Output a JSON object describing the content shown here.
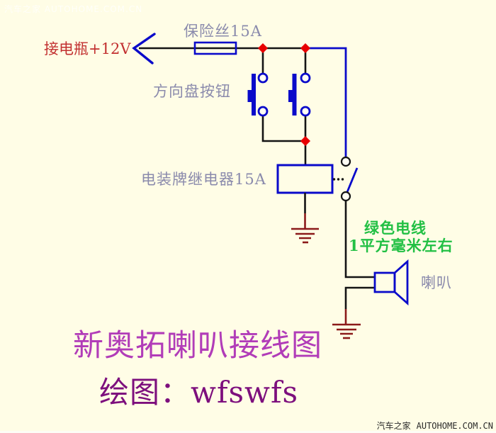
{
  "diagram": {
    "title": "新奥拓喇叭接线图",
    "credit": "绘图：wfswfs",
    "labels": {
      "battery": "接电瓶+12V",
      "fuse": "保险丝15A",
      "horn_button": "方向盘按钮",
      "relay": "电装牌继电器15A",
      "wire_note_line1": "绿色电线",
      "wire_note_line2": "1平方毫米左右",
      "horn": "喇叭"
    },
    "components": [
      "battery-feed-arrow",
      "fuse-15A",
      "push-button-left",
      "push-button-right",
      "relay-coil-15A",
      "relay-contact-switch",
      "horn-speaker",
      "ground-relay",
      "ground-horn"
    ],
    "colors": {
      "background": "#FFFDE6",
      "wire_black": "#141414",
      "component_blue": "#0A0ACA",
      "junction_red": "#E80000",
      "ground_dark_red": "#8B1A1A",
      "label_red": "#C23030",
      "label_gray_blue": "#8A8AAC",
      "label_green": "#22C044",
      "title_magenta": "#B13CB8",
      "credit_purple": "#7D0F7D"
    }
  },
  "watermark": {
    "site_name": "汽车之家",
    "site_url": "AUTOHOME.COM.CN"
  }
}
